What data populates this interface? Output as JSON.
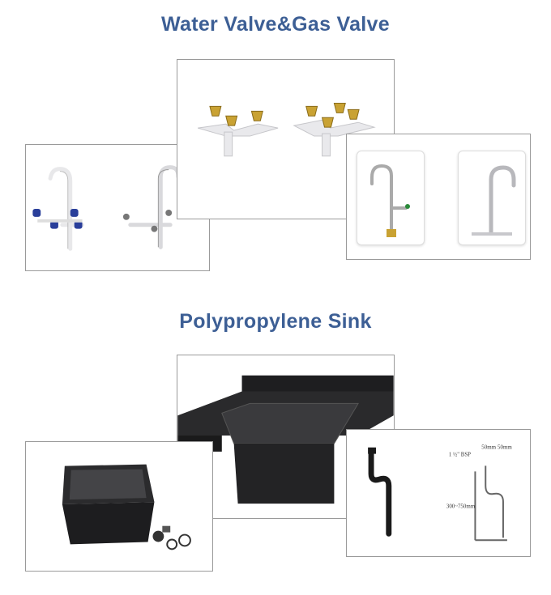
{
  "sections": [
    {
      "title": "Water Valve&Gas Valve"
    },
    {
      "title": "Polypropylene Sink"
    }
  ],
  "diagram": {
    "bsp_label": "1 ½\" BSP",
    "width_label_1": "50mm",
    "width_label_2": "50mm",
    "height_label": "300~750mm"
  },
  "colors": {
    "title": "#3d5f95",
    "brass": "#c9a233",
    "blue_handle": "#2a3f9a"
  }
}
